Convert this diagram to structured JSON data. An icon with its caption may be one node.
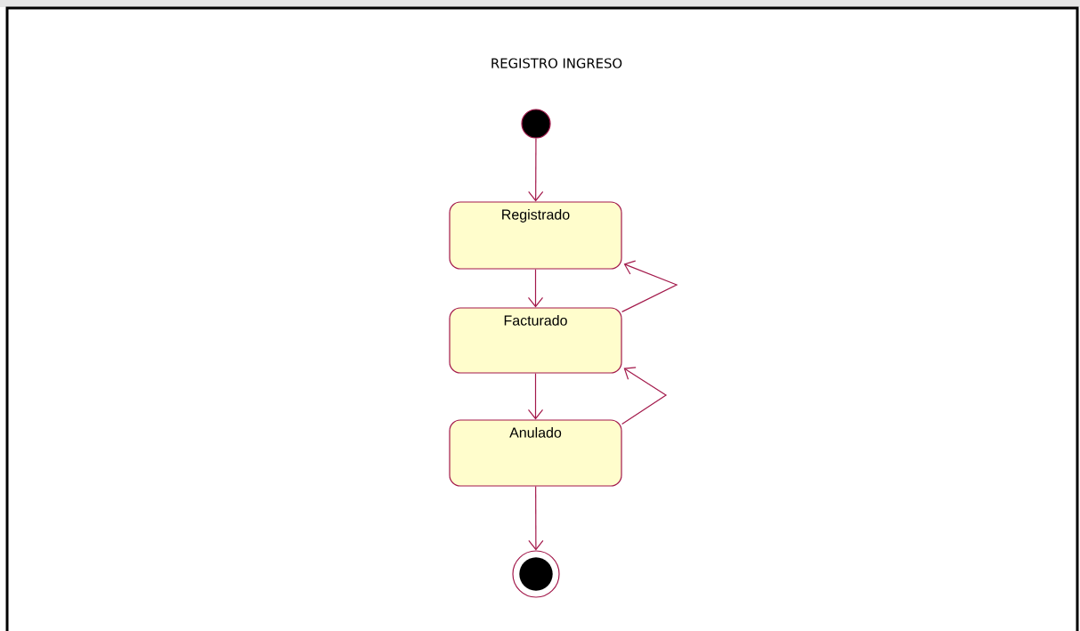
{
  "diagram": {
    "title": "REGISTRO INGRESO",
    "nodes": [
      {
        "text": [],
        "shape": "circle"
      },
      {
        "text": [
          "Registrado"
        ]
      },
      {
        "text": [
          "Facturado"
        ]
      },
      {
        "text": [
          "Anulado"
        ]
      },
      {
        "text": [],
        "shape": "bullseye"
      }
    ],
    "edges": [
      {
        "from": 0,
        "to": 1,
        "arrow": "to"
      },
      {
        "from": 1,
        "to": 2,
        "arrow": "to"
      },
      {
        "from": 2,
        "to": 1,
        "arrow": "to"
      },
      {
        "from": 2,
        "to": 3,
        "arrow": "to"
      },
      {
        "from": 3,
        "to": 2,
        "arrow": "to"
      },
      {
        "from": 3,
        "to": 4,
        "arrow": "to"
      }
    ]
  }
}
